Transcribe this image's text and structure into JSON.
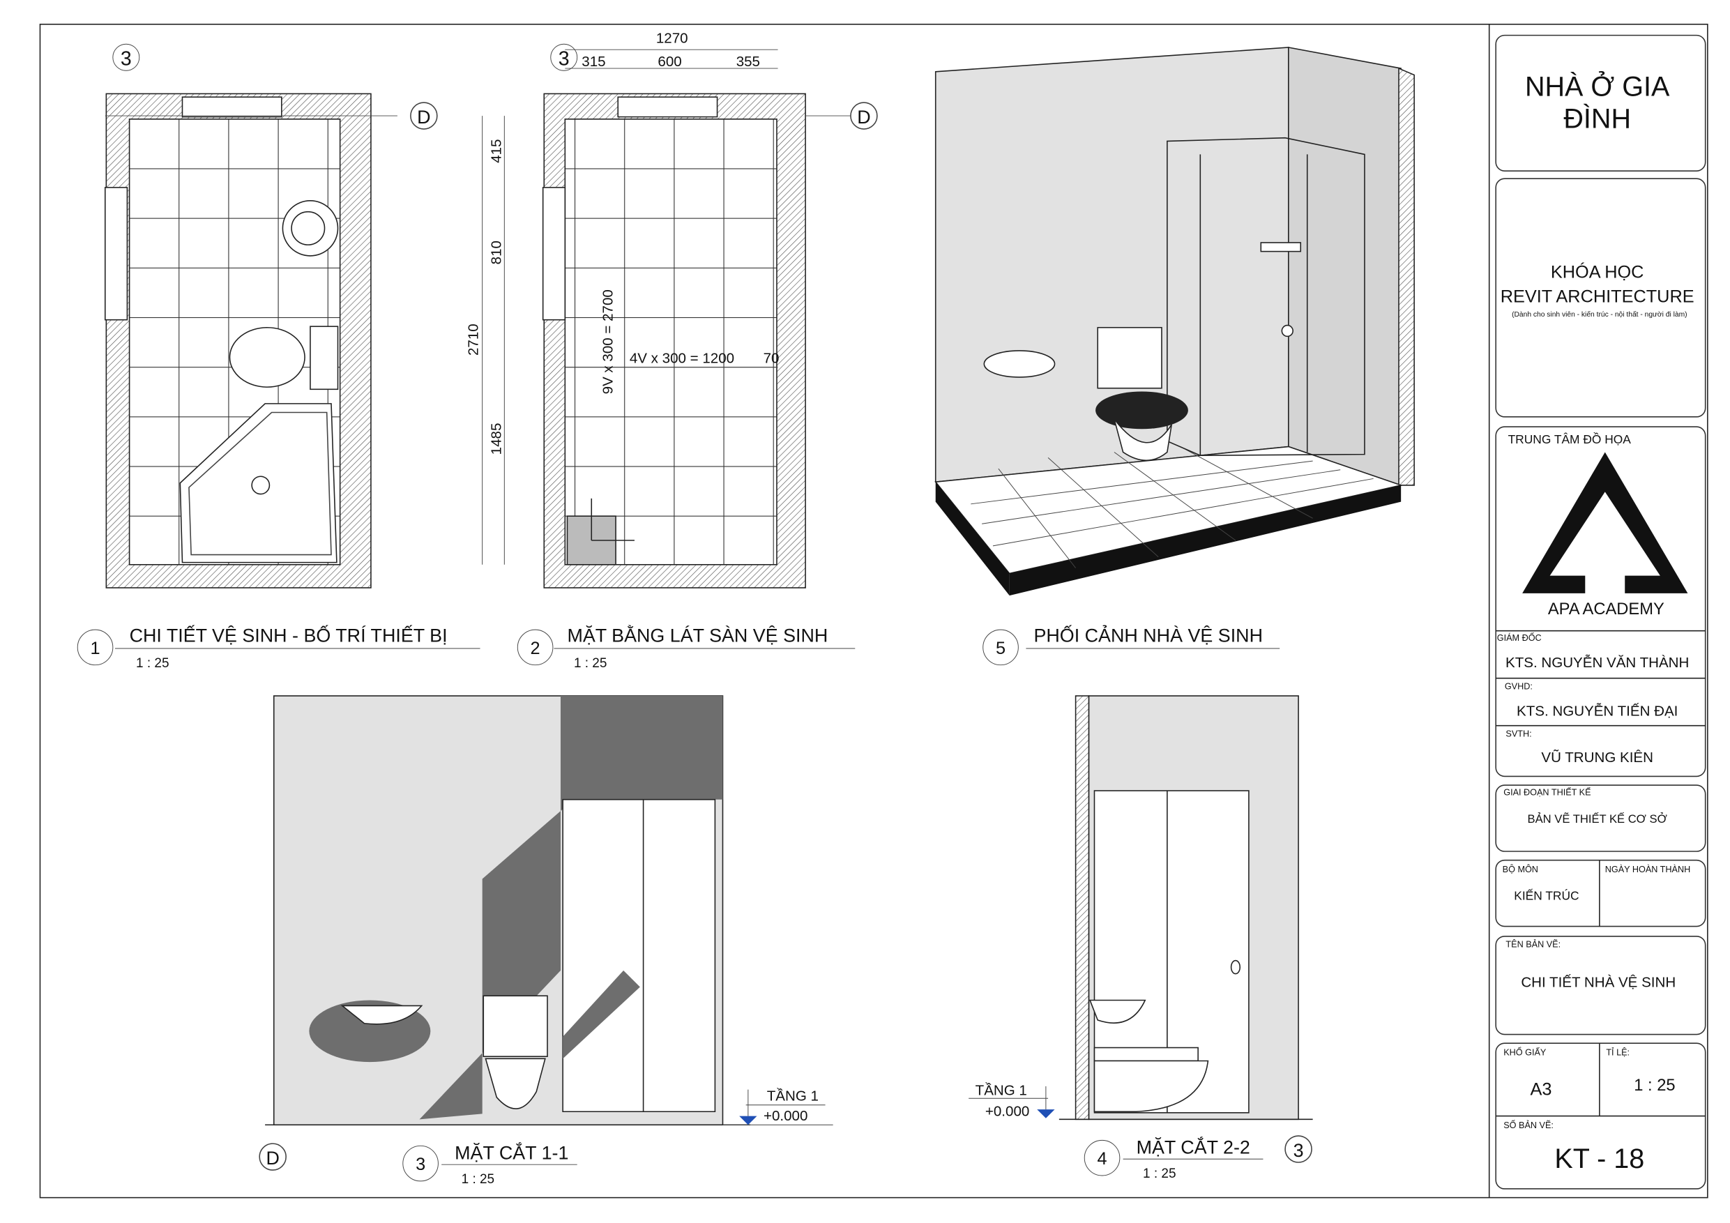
{
  "sheet": {
    "project_title_line1": "NHÀ Ở GIA",
    "project_title_line2": "ĐÌNH",
    "course_line1": "KHÓA HỌC",
    "course_line2": "REVIT ARCHITECTURE",
    "course_subtitle": "(Dành cho sinh viên - kiến trúc - nội thất - người đi làm)",
    "center_label": "TRUNG TÂM ĐỒ HỌA",
    "logo_text": "APA ACADEMY",
    "director_label": "GIÁM ĐỐC",
    "director_name": "KTS. NGUYỄN VĂN THÀNH",
    "advisor_label": "GVHD:",
    "advisor_name": "KTS. NGUYỄN TIẾN ĐẠI",
    "student_label": "SVTH:",
    "student_name": "VŨ TRUNG KIÊN",
    "phase_label": "GIAI ĐOẠN THIẾT KẾ",
    "phase_value": "BẢN VẼ THIẾT KẾ CƠ SỞ",
    "department_label": "BỘ MÔN",
    "department_value": "KIẾN TRÚC",
    "completion_label": "NGÀY HOÀN THÀNH",
    "drawing_name_label": "TÊN BẢN VẼ:",
    "drawing_name": "CHI TIẾT NHÀ VỆ SINH",
    "paper_label": "KHỔ GIẤY",
    "paper_value": "A3",
    "scale_label": "TỈ LỆ:",
    "scale_value": "1 : 25",
    "sheet_no_label": "SỐ BẢN VẼ:",
    "sheet_no": "KT - 18"
  },
  "views": [
    {
      "number": "1",
      "title": "CHI TIẾT VỆ SINH - BỐ TRÍ THIẾT BỊ",
      "scale": "1 : 25"
    },
    {
      "number": "2",
      "title": "MẶT BẰNG LÁT SÀN VỆ SINH",
      "scale": "1 : 25"
    },
    {
      "number": "5",
      "title": "PHỐI CẢNH NHÀ VỆ SINH"
    },
    {
      "number": "3",
      "title": "MẶT CẮT 1-1",
      "scale": "1 : 25"
    },
    {
      "number": "4",
      "title": "MẶT CẮT 2-2",
      "scale": "1 : 25"
    }
  ],
  "grid_bubbles": {
    "g3": "3",
    "gD": "D"
  },
  "dimensions": {
    "overall_width": "1270",
    "w1": "315",
    "w2": "600",
    "w3": "355",
    "overall_height": "2710",
    "h1": "415",
    "h2": "810",
    "h3": "1485",
    "tile_v": "9V x 300 =  2700",
    "tile_h": "4V x 300 =  1200",
    "tile_rem": "70"
  },
  "levels": {
    "name": "TẦNG 1",
    "elevation": "+0.000"
  }
}
